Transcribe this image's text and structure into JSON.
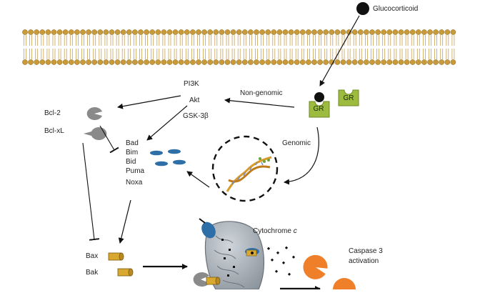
{
  "ligand": {
    "label": "Glucocorticoid"
  },
  "receptor": {
    "label_bound": "GR",
    "label_free": "GR"
  },
  "pathways": {
    "non_genomic": "Non-genomic",
    "genomic": "Genomic"
  },
  "kinases": [
    "PI3K",
    "Akt",
    "GSK-3β"
  ],
  "antiapoptotic": [
    "Bcl-2",
    "Bcl-xL"
  ],
  "bh3_only": [
    "Bad",
    "Bim",
    "Bid",
    "Puma",
    "Noxa"
  ],
  "effectors": [
    "Bax",
    "Bak"
  ],
  "mitochondria": {
    "cytochrome_prefix": "Cytochrome ",
    "cytochrome_suffix": "c"
  },
  "caspase": {
    "line1": "Caspase 3",
    "line2": "activation"
  },
  "colors": {
    "membrane_head": "#c99a3a",
    "receptor_fill": "#9dbb3e",
    "bh3_protein": "#2f6fa8",
    "pacman_gray": "#8a8a8a",
    "caspase": "#f07f2a",
    "cylinder": "#d9a830",
    "mito_fill": "#a9b0b8"
  }
}
